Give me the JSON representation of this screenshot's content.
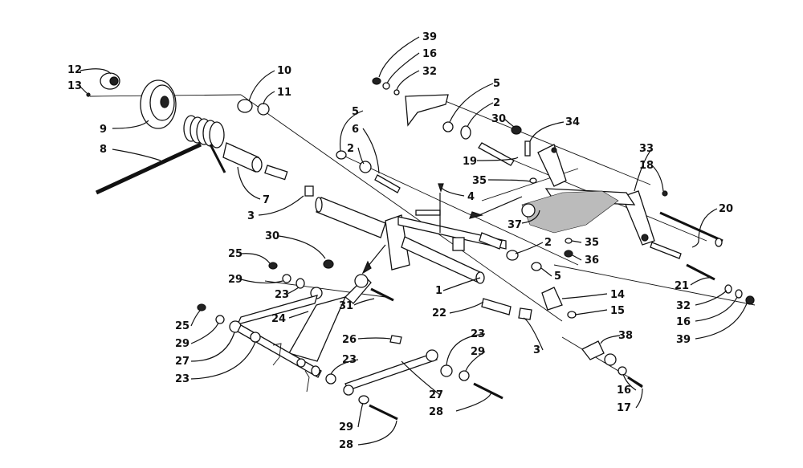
{
  "diagram": {
    "callouts": [
      {
        "id": "c12a",
        "text": "12"
      },
      {
        "id": "c13a",
        "text": "13"
      },
      {
        "id": "c10a",
        "text": "10"
      },
      {
        "id": "c11a",
        "text": "11"
      },
      {
        "id": "c9a",
        "text": "9"
      },
      {
        "id": "c8a",
        "text": "8"
      },
      {
        "id": "c7a",
        "text": "7"
      },
      {
        "id": "c3a",
        "text": "3"
      },
      {
        "id": "c39a",
        "text": "39"
      },
      {
        "id": "c16a",
        "text": "16"
      },
      {
        "id": "c32a",
        "text": "32"
      },
      {
        "id": "c5a",
        "text": "5"
      },
      {
        "id": "c2a",
        "text": "2"
      },
      {
        "id": "c30a",
        "text": "30"
      },
      {
        "id": "c34a",
        "text": "34"
      },
      {
        "id": "c19a",
        "text": "19"
      },
      {
        "id": "c35a",
        "text": "35"
      },
      {
        "id": "c33a",
        "text": "33"
      },
      {
        "id": "c18a",
        "text": "18"
      },
      {
        "id": "c20a",
        "text": "20"
      },
      {
        "id": "c5b",
        "text": "5"
      },
      {
        "id": "c6a",
        "text": "6"
      },
      {
        "id": "c2b",
        "text": "2"
      },
      {
        "id": "c4a",
        "text": "4"
      },
      {
        "id": "c37a",
        "text": "37"
      },
      {
        "id": "c2c",
        "text": "2"
      },
      {
        "id": "c35b",
        "text": "35"
      },
      {
        "id": "c36a",
        "text": "36"
      },
      {
        "id": "c5c",
        "text": "5"
      },
      {
        "id": "c30b",
        "text": "30"
      },
      {
        "id": "c25a",
        "text": "25"
      },
      {
        "id": "c29a",
        "text": "29"
      },
      {
        "id": "c23a",
        "text": "23"
      },
      {
        "id": "c31a",
        "text": "31"
      },
      {
        "id": "c1a",
        "text": "1"
      },
      {
        "id": "c22a",
        "text": "22"
      },
      {
        "id": "c14a",
        "text": "14"
      },
      {
        "id": "c15a",
        "text": "15"
      },
      {
        "id": "c21a",
        "text": "21"
      },
      {
        "id": "c32b",
        "text": "32"
      },
      {
        "id": "c16b",
        "text": "16"
      },
      {
        "id": "c39b",
        "text": "39"
      },
      {
        "id": "c25b",
        "text": "25"
      },
      {
        "id": "c29b",
        "text": "29"
      },
      {
        "id": "c27a",
        "text": "27"
      },
      {
        "id": "c23b",
        "text": "23"
      },
      {
        "id": "c24a",
        "text": "24"
      },
      {
        "id": "c26a",
        "text": "26"
      },
      {
        "id": "c23c",
        "text": "23"
      },
      {
        "id": "c3b",
        "text": "3"
      },
      {
        "id": "c23d",
        "text": "23"
      },
      {
        "id": "c29c",
        "text": "29"
      },
      {
        "id": "c38a",
        "text": "38"
      },
      {
        "id": "c27b",
        "text": "27"
      },
      {
        "id": "c28a",
        "text": "28"
      },
      {
        "id": "c16c",
        "text": "16"
      },
      {
        "id": "c17a",
        "text": "17"
      },
      {
        "id": "c29d",
        "text": "29"
      },
      {
        "id": "c28b",
        "text": "28"
      }
    ]
  }
}
